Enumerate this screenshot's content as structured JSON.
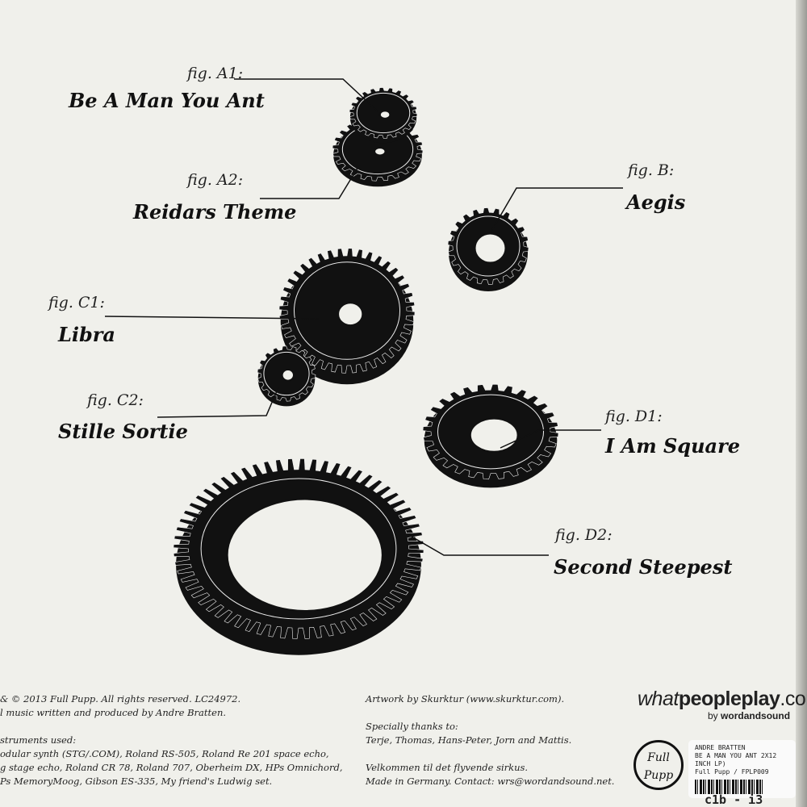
{
  "figures": [
    {
      "fig": "fig. A1:",
      "title": "Be A Man You Ant"
    },
    {
      "fig": "fig. A2:",
      "title": "Reidars Theme"
    },
    {
      "fig": "fig. B:",
      "title": "Aegis"
    },
    {
      "fig": "fig. C1:",
      "title": "Libra"
    },
    {
      "fig": "fig. C2:",
      "title": "Stille Sortie"
    },
    {
      "fig": "fig. D1:",
      "title": "I Am Square"
    },
    {
      "fig": "fig. D2:",
      "title": "Second Steepest"
    }
  ],
  "credits_left": [
    "& © 2013 Full Pupp. All rights reserved. LC24972.",
    "l music written and produced by Andre Bratten.",
    "",
    "struments used:",
    "odular synth (STG/.COM), Roland RS-505, Roland Re 201 space echo,",
    "g stage echo, Roland CR 78, Roland 707, Oberheim DX, HPs Omnichord,",
    "Ps MemoryMoog, Gibson ES-335, My friend's Ludwig set."
  ],
  "credits_right": [
    "Artwork by Skurktur (www.skurktur.com).",
    "",
    "Specially thanks to:",
    "Terje, Thomas, Hans-Peter, Jorn and Mattis.",
    "",
    "Velkommen til det flyvende sirkus.",
    "Made in Germany. Contact: wrs@wordandsound.net."
  ],
  "brand": {
    "what": "what",
    "people": "peopleplay",
    "com": ".com",
    "by": "by",
    "wordandsound": "wordandsound"
  },
  "logo": {
    "line1": "Full",
    "line2": "Pupp"
  },
  "sticker": {
    "artist": "ANDRE BRATTEN",
    "title": "BE A MAN YOU ANT 2X12 INCH LP)",
    "label": "Full Pupp / FPLP009",
    "code": "c1b - i3"
  }
}
